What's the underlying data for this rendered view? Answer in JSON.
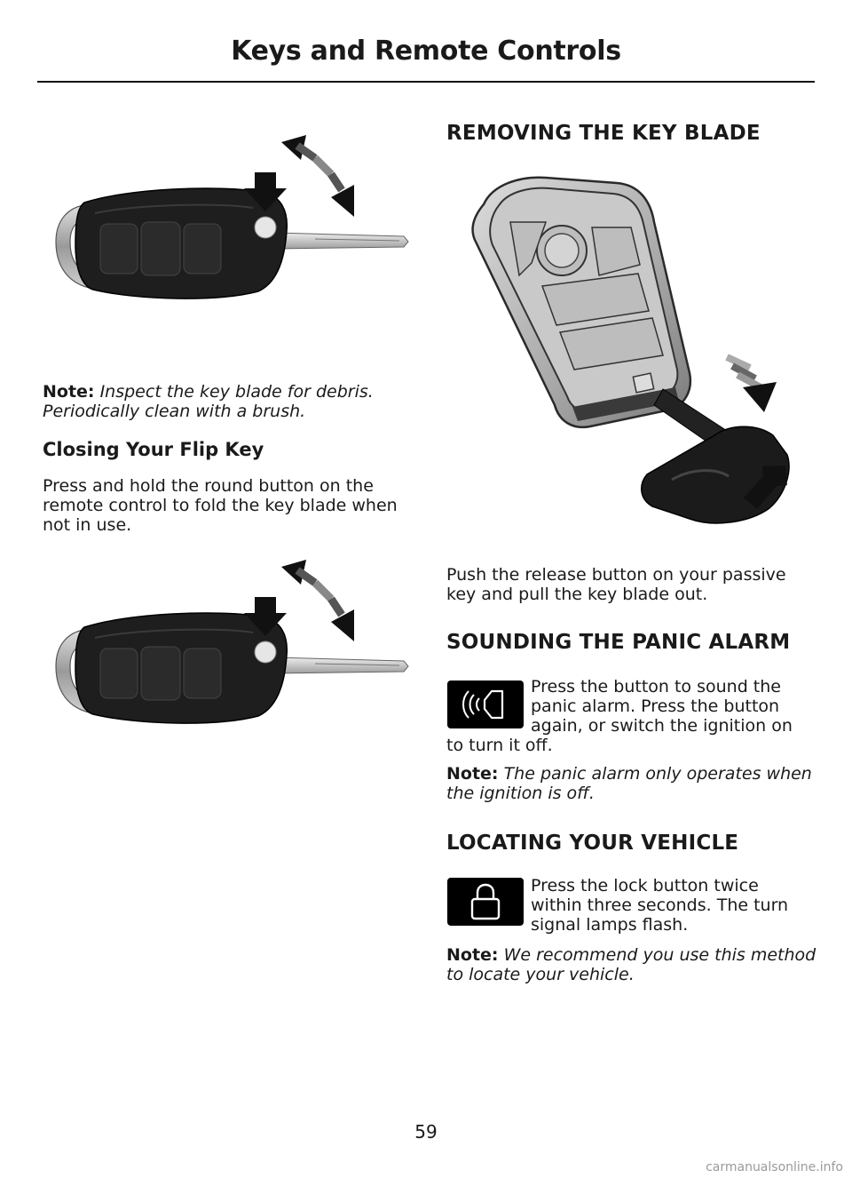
{
  "header": {
    "title": "Keys and Remote Controls"
  },
  "left": {
    "note1": {
      "label": "Note:",
      "line1": "Inspect the key blade for debris.",
      "line2": "Periodically clean with a brush."
    },
    "closing_heading": "Closing Your Flip Key",
    "closing_body": {
      "line1": "Press and hold the round button on the",
      "line2": "remote control to fold the key blade when",
      "line3": "not in use."
    }
  },
  "right": {
    "removing_heading": "REMOVING THE KEY BLADE",
    "removing_body": {
      "line1": "Push the release button on your passive",
      "line2": "key and pull the key blade out."
    },
    "panic_heading": "SOUNDING THE PANIC ALARM",
    "panic_body": {
      "line1": "Press the button to sound the",
      "line2": "panic alarm.  Press the button",
      "line3": "again, or switch the ignition on",
      "line4": "to turn it off."
    },
    "panic_note": {
      "label": "Note:",
      "line1": "The panic alarm only operates when",
      "line2": "the ignition is off."
    },
    "locating_heading": "LOCATING YOUR VEHICLE",
    "locating_body": {
      "line1": "Press the lock button twice",
      "line2": "within three seconds.  The turn",
      "line3": "signal lamps flash."
    },
    "locating_note": {
      "label": "Note:",
      "line1": "We recommend you use this method",
      "line2": "to locate your vehicle."
    }
  },
  "icons": {
    "panic": "panic-alarm-icon",
    "lock": "lock-icon"
  },
  "page_number": "59",
  "watermark": "carmanualsonline.info"
}
